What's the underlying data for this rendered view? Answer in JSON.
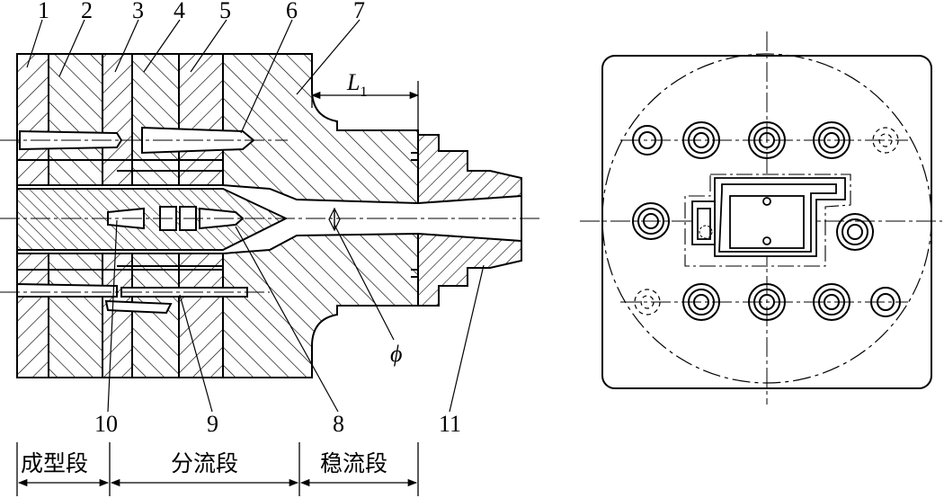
{
  "part_numbers": [
    "1",
    "2",
    "3",
    "4",
    "5",
    "6",
    "7",
    "8",
    "9",
    "10",
    "11"
  ],
  "dimension_symbol": "L",
  "dimension_subscript": "1",
  "diameter_symbol": "ϕ",
  "sections": {
    "forming": "成型段",
    "dividing": "分流段",
    "stabilizing": "稳流段"
  }
}
